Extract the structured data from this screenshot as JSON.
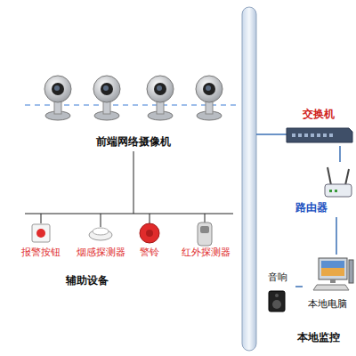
{
  "diagram": {
    "nodes": [
      {
        "text": [
          "前端网络摄像机"
        ]
      },
      {
        "text": [
          "辅助设备"
        ]
      },
      {
        "text": [
          "报警按钮"
        ],
        "in": 1
      },
      {
        "text": [
          "烟感探测器"
        ],
        "in": 1
      },
      {
        "text": [
          "警铃"
        ],
        "in": 1
      },
      {
        "text": [
          "红外探测器"
        ],
        "in": 1
      },
      {
        "text": [
          "交换机"
        ]
      },
      {
        "text": [
          "路由器"
        ]
      },
      {
        "text": [
          "本地监控"
        ]
      },
      {
        "text": [
          "本地电脑"
        ],
        "in": 8
      },
      {
        "text": [
          "音响"
        ],
        "in": 8
      }
    ],
    "edges": [
      {
        "from": 0,
        "to": 1,
        "arrow": "none"
      },
      {
        "from": 6,
        "to": 7,
        "arrow": "none"
      },
      {
        "from": 7,
        "to": 9,
        "arrow": "none"
      },
      {
        "from": 9,
        "to": 10,
        "arrow": "none"
      }
    ]
  }
}
